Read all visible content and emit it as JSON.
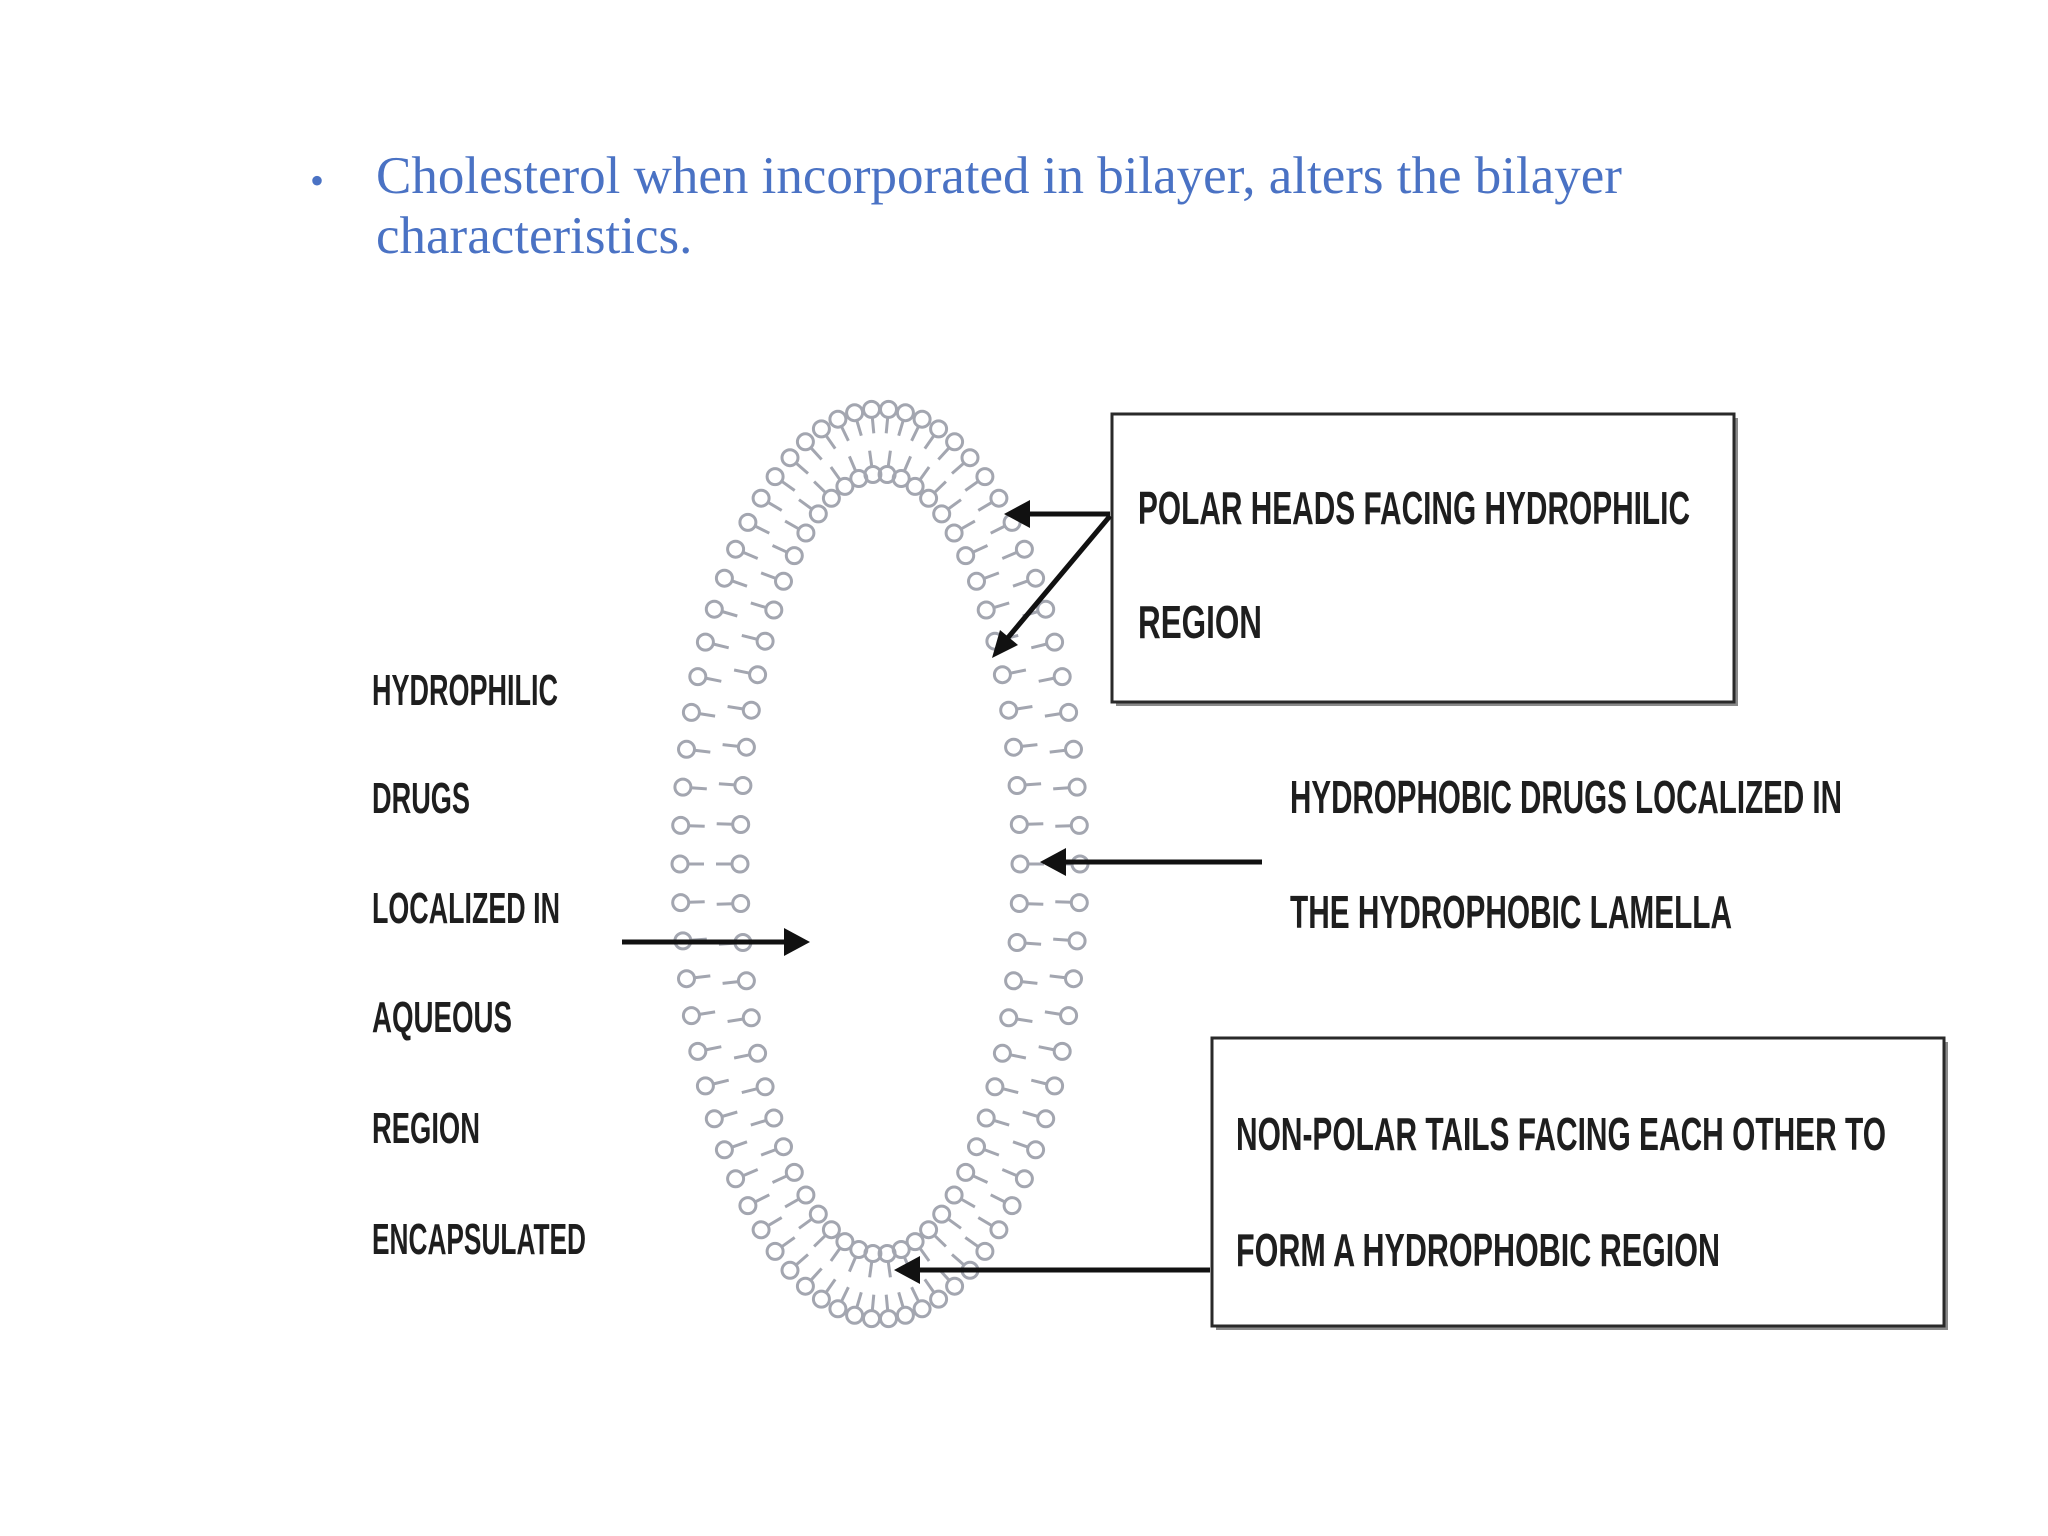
{
  "colors": {
    "bullet_text": "#4a72c4",
    "bilayer": "#a3a6b0",
    "arrow": "#111111",
    "label": "#1e1e1e"
  },
  "slide": {
    "bullet": {
      "symbol": "•",
      "text": "Cholesterol when incorporated in bilayer, alters the bilayer characteristics."
    }
  },
  "diagram": {
    "left_label": {
      "lines": [
        "HYDROPHILIC",
        "DRUGS",
        "LOCALIZED IN",
        "AQUEOUS",
        "REGION",
        "ENCAPSULATED"
      ]
    },
    "polar_heads_box": {
      "lines": [
        "POLAR HEADS FACING HYDROPHILIC",
        "REGION"
      ]
    },
    "hydrophobic_drugs_label": {
      "lines": [
        "HYDROPHOBIC DRUGS LOCALIZED IN",
        "THE HYDROPHOBIC LAMELLA"
      ]
    },
    "non_polar_tails_box": {
      "lines": [
        "NON-POLAR TAILS FACING EACH OTHER TO",
        "FORM A HYDROPHOBIC REGION"
      ]
    }
  }
}
